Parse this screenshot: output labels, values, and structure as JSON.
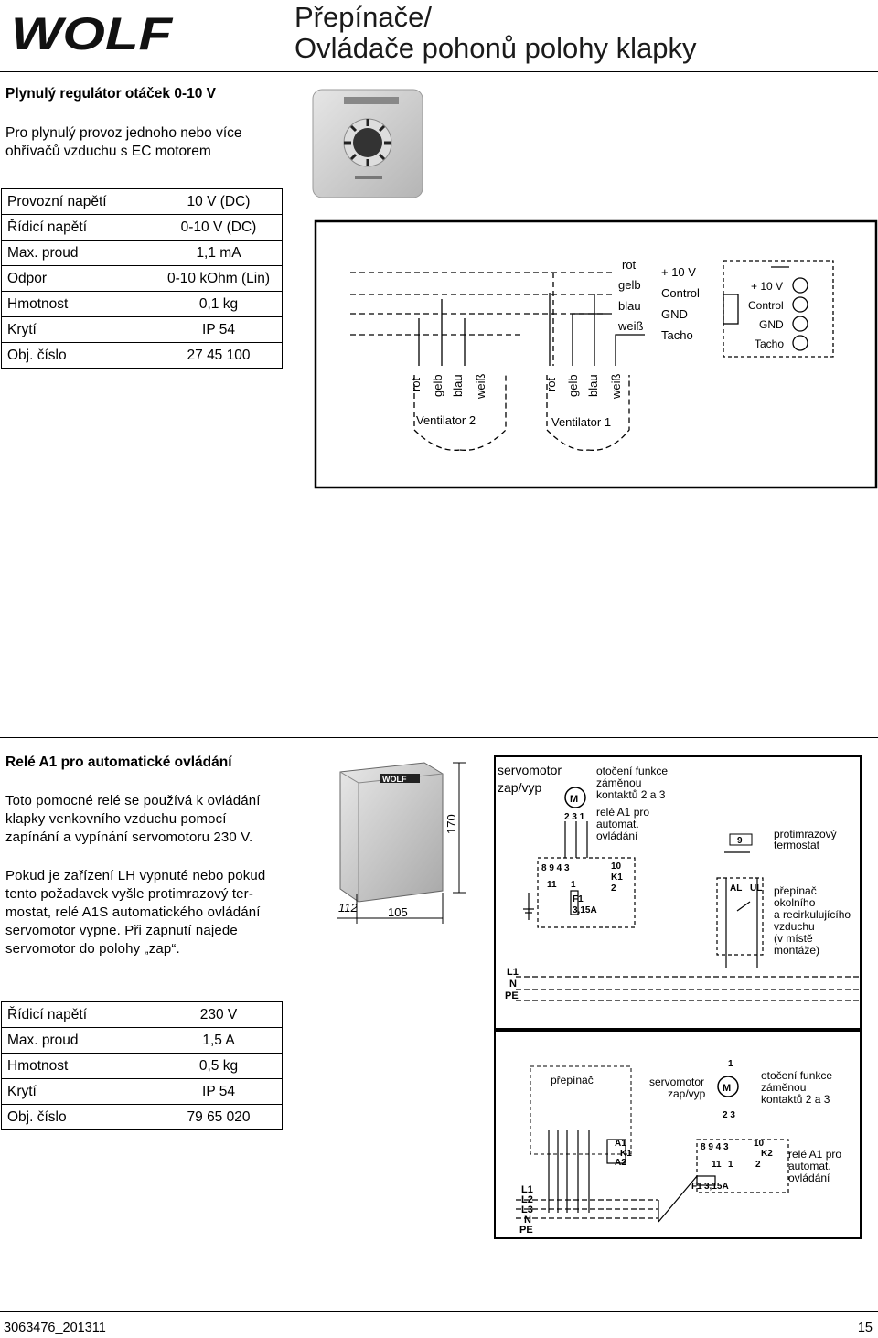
{
  "header": {
    "logo_text": "WOLF",
    "title_line1": "Přepínače/",
    "title_line2": "Ovládače pohonů polohy klapky"
  },
  "section1": {
    "heading": "Plynulý regulátor otáček 0-10 V",
    "description_line1": "Pro plynulý provoz jednoho nebo více",
    "description_line2": "ohřívačů vzduchu s EC motorem",
    "specs": [
      {
        "label": "Provozní napětí",
        "value": "10 V (DC)"
      },
      {
        "label": "Řídicí napětí",
        "value": "0-10 V (DC)"
      },
      {
        "label": "Max. proud",
        "value": "1,1 mA"
      },
      {
        "label": "Odpor",
        "value": "0-10 kOhm (Lin)"
      },
      {
        "label": "Hmotnost",
        "value": "0,1 kg"
      },
      {
        "label": "Krytí",
        "value": "IP 54"
      },
      {
        "label": "Obj. číslo",
        "value": "27 45 100"
      }
    ],
    "diagram": {
      "wires": [
        "rot",
        "gelb",
        "blau",
        "weiß"
      ],
      "fan2": "Ventilator 2",
      "fan1": "Ventilator 1",
      "terminals": [
        "+ 10 V",
        "Control",
        "GND",
        "Tacho"
      ]
    }
  },
  "section2": {
    "heading": "Relé A1 pro automatické ovládání",
    "para1_lines": [
      "Toto pomocné relé se používá k ovládání",
      "klapky venkovního vzduchu pomocí",
      "zapínání a vypínání servomotoru 230 V."
    ],
    "para2_lines": [
      "Pokud je zařízení LH vypnuté nebo pokud",
      "tento požadavek vyšle protimrazový ter-",
      "mostat, relé A1S automatického ovládání",
      "servomotor vypne. Při zapnutí najede",
      "servomotor do polohy „zap“."
    ],
    "dimensions": {
      "depth": "112",
      "width": "105",
      "height": "170"
    },
    "specs": [
      {
        "label": "Řídicí napětí",
        "value": "230 V"
      },
      {
        "label": "Max. proud",
        "value": "1,5 A"
      },
      {
        "label": "Hmotnost",
        "value": "0,5 kg"
      },
      {
        "label": "Krytí",
        "value": "IP 54"
      },
      {
        "label": "Obj. číslo",
        "value": "79 65 020"
      }
    ],
    "schema1": {
      "servomotor_l1": "servomotor",
      "servomotor_l2": "zap/vyp",
      "rotation_l1": "otočení funkce",
      "rotation_l2": "záměnou",
      "rotation_l3": "kontaktů 2 a 3",
      "relay_l1": "relé A1 pro",
      "relay_l2": "automat.",
      "relay_l3": "ovládání",
      "frost_l1": "protimrazový",
      "frost_l2": "termostat",
      "switch_l1": "přepínač",
      "switch_l2": "okolního",
      "switch_l3": "a recirkulujícího",
      "switch_l4": "vzduchu",
      "switch_l5": "(v místě",
      "switch_l6": "montáže)",
      "motor": "M",
      "terminals_motor": "2 3 1",
      "terminals_top": "8 9 4 3",
      "terminal_10": "10",
      "k1": "K1",
      "terminal_11": "11",
      "terminal_1": "1",
      "terminal_2": "2",
      "fuse": "F1",
      "fuse_rating": "3,15A",
      "frost_terminal": "9",
      "al": "AL",
      "ul": "UL",
      "lines": [
        "L1",
        "N",
        "PE"
      ]
    },
    "schema2": {
      "switch": "přepínač",
      "servomotor_l1": "servomotor",
      "servomotor_l2": "zap/vyp",
      "rotation_l1": "otočení funkce",
      "rotation_l2": "záměnou",
      "rotation_l3": "kontaktů 2 a 3",
      "relay_l1": "relé A1 pro",
      "relay_l2": "automat.",
      "relay_l3": "ovládání",
      "motor": "M",
      "terminal_1": "1",
      "terminals_motor": "2 3",
      "a1": "A1",
      "k1": "K1",
      "a2": "A2",
      "terminals_top": "8 9 4 3",
      "terminal_10": "10",
      "k2": "K2",
      "terminal_11": "11",
      "terminal_1b": "1",
      "terminal_2": "2",
      "fuse": "F1",
      "fuse_rating": "3,15A",
      "lines": [
        "L1",
        "L2",
        "L3",
        "N",
        "PE"
      ]
    }
  },
  "footer": {
    "doc_number": "3063476_201311",
    "page_number": "15"
  }
}
